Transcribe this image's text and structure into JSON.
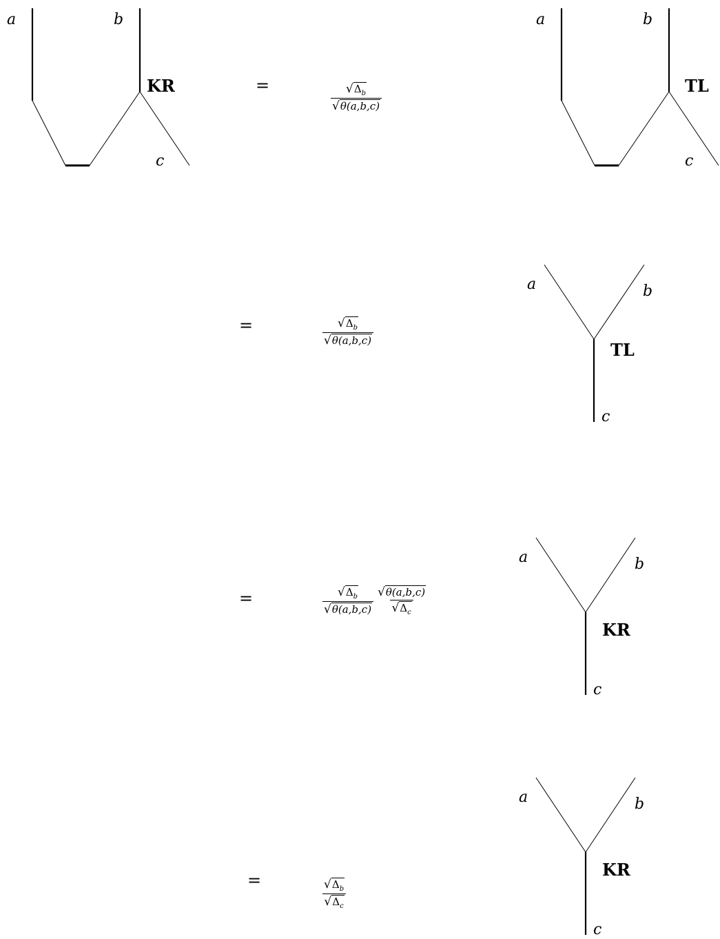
{
  "diagram1": {
    "label_a": "a",
    "label_b": "b",
    "label_c": "c",
    "vertex": "KR"
  },
  "diagram2": {
    "label_a": "a",
    "label_b": "b",
    "label_c": "c",
    "vertex": "TL"
  },
  "diagram3": {
    "label_a": "a",
    "label_b": "b",
    "label_c": "c",
    "vertex": "TL"
  },
  "diagram4": {
    "label_a": "a",
    "label_b": "b",
    "label_c": "c",
    "vertex": "KR"
  },
  "diagram5": {
    "label_a": "a",
    "label_b": "b",
    "label_c": "c",
    "vertex": "KR"
  },
  "equals": "=",
  "coef": {
    "delta_b": "Δ",
    "delta_b_sub": "b",
    "delta_c": "Δ",
    "delta_c_sub": "c",
    "theta": "θ(a,b,c)"
  }
}
